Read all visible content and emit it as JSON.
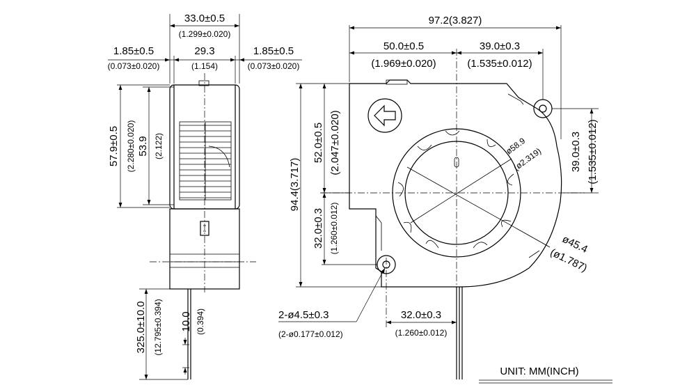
{
  "side_view": {
    "width_main": "33.0±0.5",
    "width_main_inch": "(1.299±0.020)",
    "left_offset": "1.85±0.5",
    "left_offset_inch": "(0.073±0.020)",
    "inner_width": "29.3",
    "inner_width_inch": "(1.154)",
    "right_offset": "1.85±0.5",
    "right_offset_inch": "(0.073±0.020)",
    "height_outer": "57.9±0.5",
    "height_outer_inch": "(2.280±0.020)",
    "height_inner": "53.9",
    "height_inner_inch": "(2.122)",
    "lead_length": "325.0±10.0",
    "lead_length_inch": "(12.795±0.394)",
    "strip_length": "10.0",
    "strip_length_inch": "(0.394)"
  },
  "front_view": {
    "overall_width": "97.2(3.827)",
    "left_to_center": "50.0±0.5",
    "left_to_center_inch": "(1.969±0.020)",
    "center_to_hole": "39.0±0.3",
    "center_to_hole_inch": "(1.535±0.012)",
    "overall_height": "94.4(3.717)",
    "top_to_center": "52.0±0.5",
    "top_to_center_inch": "(2.047±0.020)",
    "bottom_to_center": "32.0±0.3",
    "bottom_to_center_inch": "(1.260±0.012)",
    "right_hole_vertical": "39.0±0.3",
    "right_hole_vertical_inch": "(1.535±0.012)",
    "diameter_inner": "ø58.9",
    "diameter_inner_inch": "(ø2.319)",
    "diameter_hub": "ø45.4",
    "diameter_hub_inch": "(ø1.787)",
    "hole_spec": "2-ø4.5±0.3",
    "hole_spec_inch": "(2-ø0.177±0.012)",
    "hole_to_center": "32.0±0.3",
    "hole_to_center_inch": "(1.260±0.012)"
  },
  "unit_note": "UNIT: MM(INCH)"
}
